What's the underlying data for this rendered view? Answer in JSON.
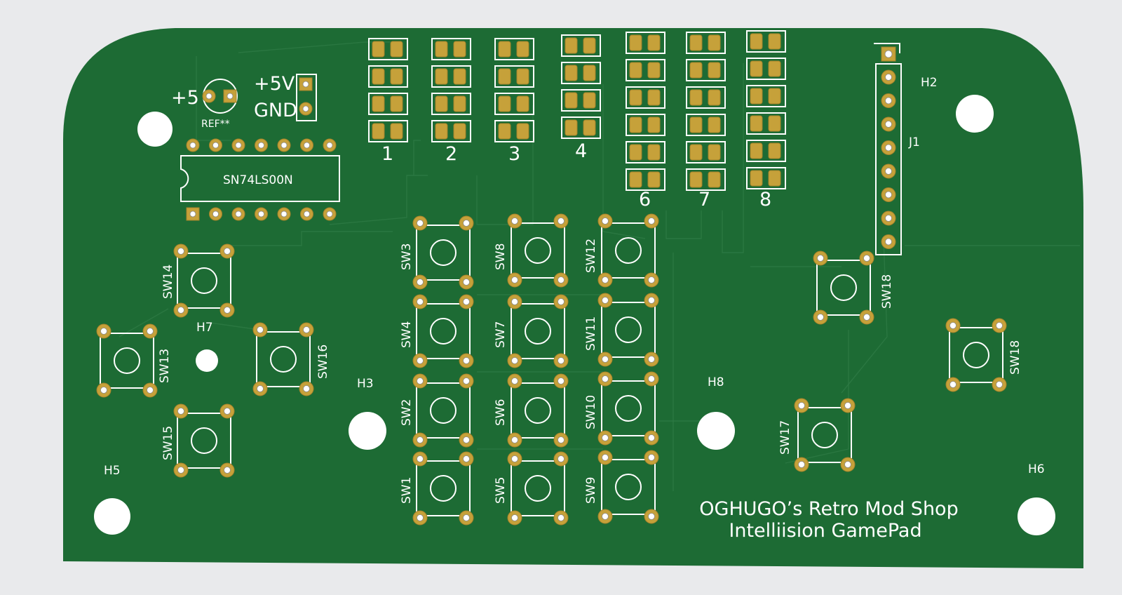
{
  "colors": {
    "background": "#e9eaec",
    "board": "#1d6b34",
    "silkscreen": "#ffffff",
    "copper_pad": "#c6a13a"
  },
  "board": {
    "title_line1": "OGHUGO’s Retro Mod Shop",
    "title_line2": "Intelliision GamePad"
  },
  "power": {
    "plus5": "+5",
    "ref": "REF**",
    "plus5v": "+5V",
    "gnd": "GND"
  },
  "ic": {
    "label": "SN74LS00N"
  },
  "led_groups": [
    "1",
    "2",
    "3",
    "4",
    "6",
    "7",
    "8"
  ],
  "holes": {
    "h2": "H2",
    "h3": "H3",
    "h5": "H5",
    "h6": "H6",
    "h7": "H7",
    "h8": "H8"
  },
  "connector": {
    "label": "J1"
  },
  "switches": {
    "sw1": "SW1",
    "sw2": "SW2",
    "sw3": "SW3",
    "sw4": "SW4",
    "sw5": "SW5",
    "sw6": "SW6",
    "sw7": "SW7",
    "sw8": "SW8",
    "sw9": "SW9",
    "sw10": "SW10",
    "sw11": "SW11",
    "sw12": "SW12",
    "sw13": "SW13",
    "sw14": "SW14",
    "sw15": "SW15",
    "sw16": "SW16",
    "sw17": "SW17",
    "sw18a": "SW18",
    "sw18b": "SW18"
  }
}
